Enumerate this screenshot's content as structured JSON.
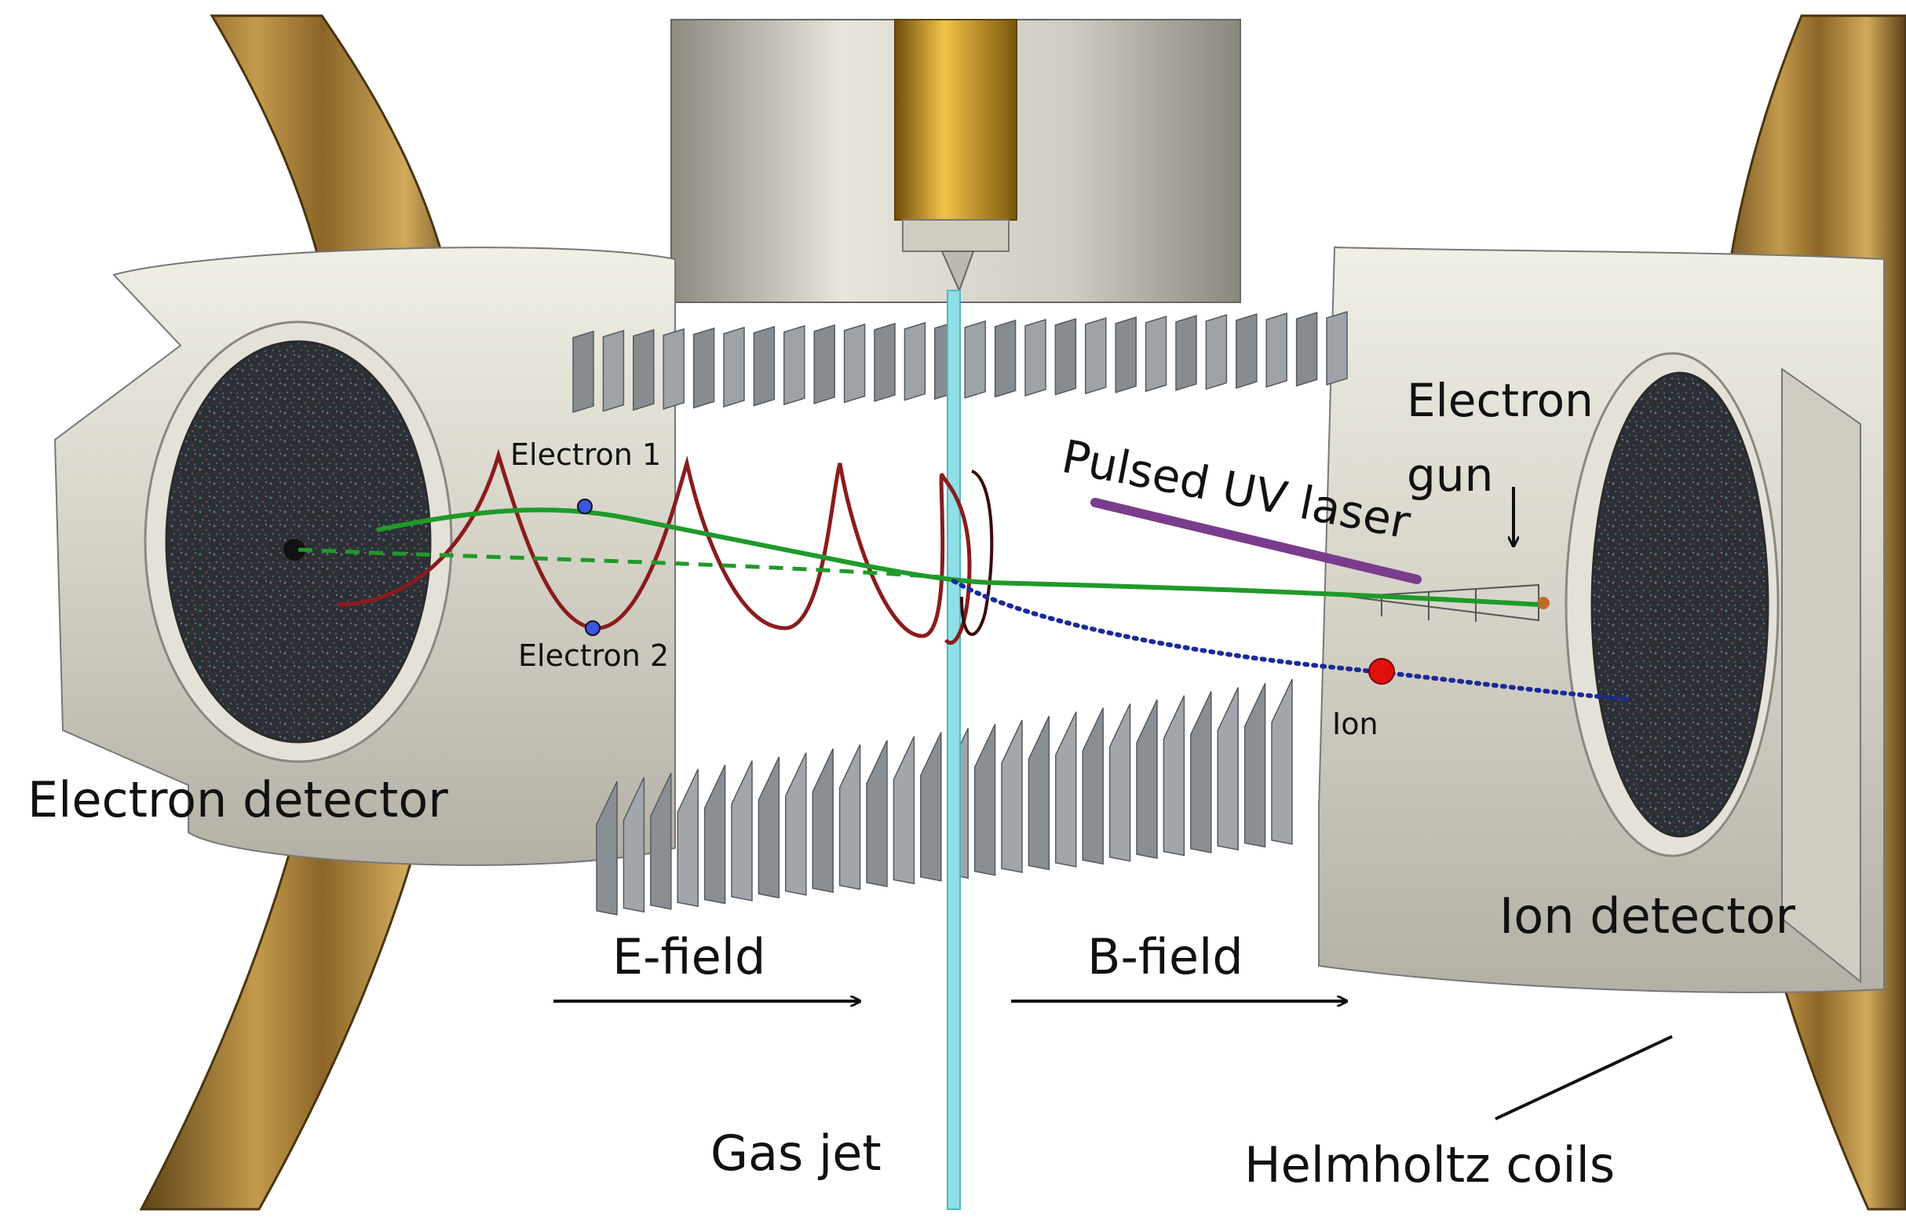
{
  "labels": {
    "electron_1": "Electron 1",
    "electron_2": "Electron 2",
    "electron_detector": "Electron detector",
    "ion_detector": "Ion detector",
    "ion": "Ion",
    "pulsed_uv_laser": "Pulsed UV laser",
    "electron_gun_line1": "Electron",
    "electron_gun_line2": "gun",
    "e_field": "E-field",
    "b_field": "B-field",
    "gas_jet": "Gas jet",
    "helmholtz_coils": "Helmholtz coils"
  },
  "colors": {
    "coil": "#9a7630",
    "chamber": "#d6d4c8",
    "detector": "#2d3238",
    "electron_track": "#1f9a2a",
    "electron_spiral": "#8a1c1c",
    "ion_track": "#1a2a9a",
    "ion_marker": "#e01010",
    "electron_marker": "#3a55e0",
    "laser": "#7a3c8c",
    "gas_jet": "#8ee0e6",
    "electrodes": "#8f9499"
  }
}
